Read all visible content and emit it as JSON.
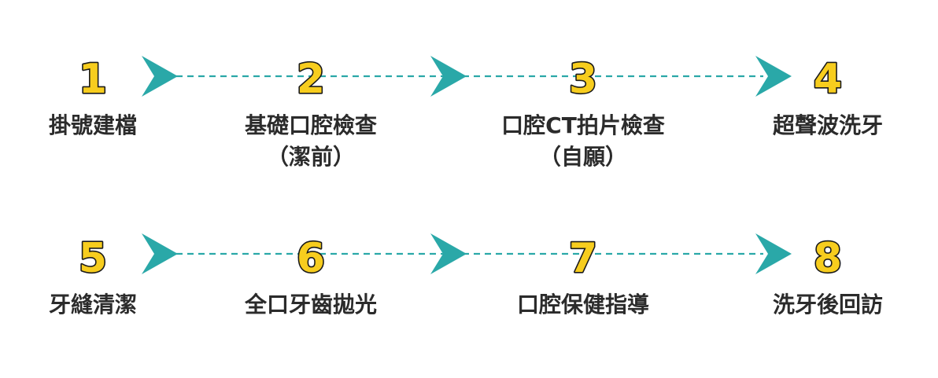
{
  "colors": {
    "accent": "#2aa8a8",
    "number_fill": "#f7cd1e",
    "number_stroke": "#1a1a1a",
    "text": "#2b2b2b"
  },
  "rows": [
    {
      "steps": [
        {
          "number": "1",
          "lines": [
            "掛號建檔"
          ]
        },
        {
          "number": "2",
          "lines": [
            "基礎口腔檢查",
            "（潔前）"
          ]
        },
        {
          "number": "3",
          "lines": [
            "口腔CT拍片檢查",
            "（自願）"
          ]
        },
        {
          "number": "4",
          "lines": [
            "超聲波洗牙"
          ]
        }
      ]
    },
    {
      "steps": [
        {
          "number": "5",
          "lines": [
            "牙縫清潔"
          ]
        },
        {
          "number": "6",
          "lines": [
            "全口牙齒拋光"
          ]
        },
        {
          "number": "7",
          "lines": [
            "口腔保健指導"
          ]
        },
        {
          "number": "8",
          "lines": [
            "洗牙後回訪"
          ]
        }
      ]
    }
  ]
}
